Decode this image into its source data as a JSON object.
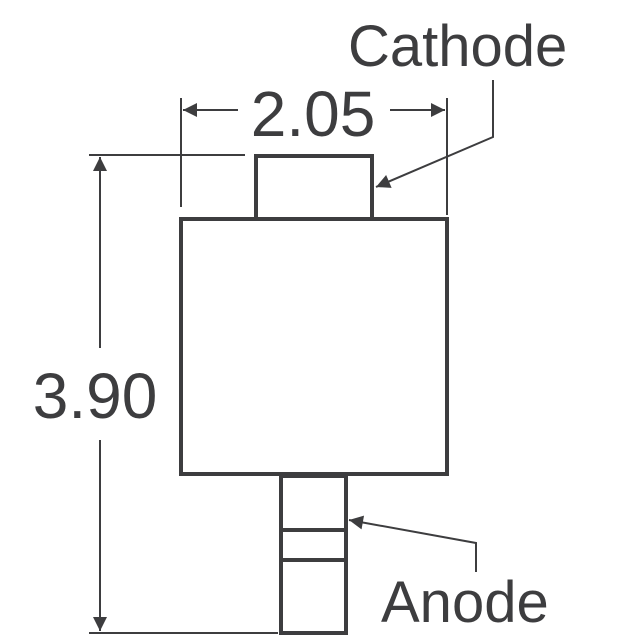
{
  "diagram": {
    "type": "component outline drawing",
    "stroke_color": "#3d3d3f",
    "labels": {
      "cathode": "Cathode",
      "anode": "Anode"
    },
    "dimensions": {
      "width": "2.05",
      "height": "3.90"
    }
  }
}
